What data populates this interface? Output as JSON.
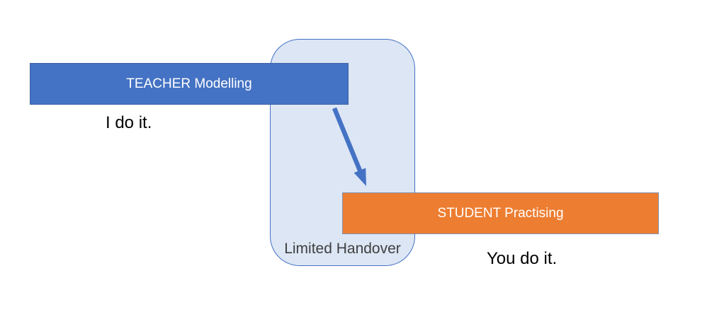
{
  "diagram": {
    "background_color": "#ffffff",
    "teacher_box": {
      "label": "TEACHER Modelling",
      "fill": "#4472c4",
      "border_color": "#3f63a9",
      "text_color": "#ffffff"
    },
    "teacher_caption": {
      "text": "I do it.",
      "color": "#000000"
    },
    "handover_zone": {
      "label": "Limited Handover",
      "fill": "#dce6f4",
      "border_color": "#4472c4",
      "label_color": "#3f3f3f"
    },
    "arrow": {
      "color": "#4472c4"
    },
    "student_box": {
      "label": "STUDENT Practising",
      "fill": "#ed7d31",
      "border_color": "#8091ad",
      "text_color": "#ffffff"
    },
    "student_caption": {
      "text": "You do it.",
      "color": "#000000"
    }
  }
}
